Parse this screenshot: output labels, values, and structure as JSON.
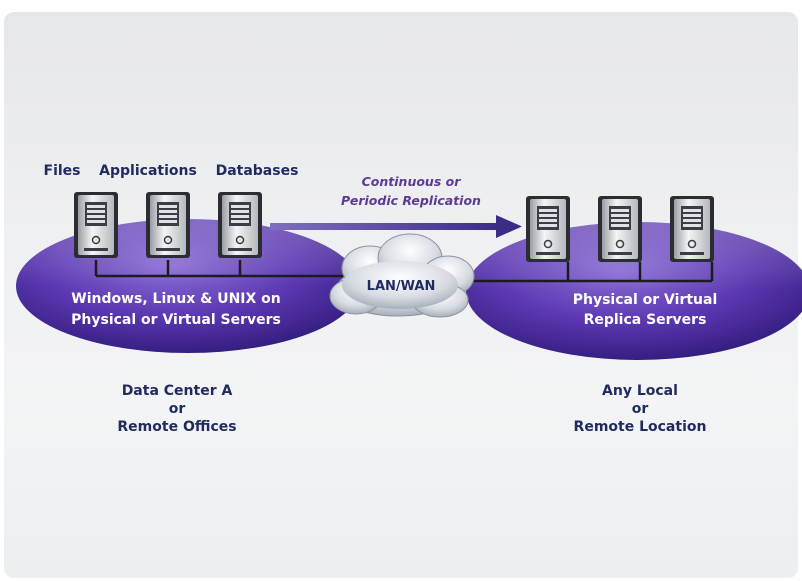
{
  "source_labels": [
    "Files",
    "Applications",
    "Databases"
  ],
  "replication": {
    "line1": "Continuous or",
    "line2": "Periodic Replication"
  },
  "network": {
    "label": "LAN/WAN"
  },
  "left_zone": {
    "servers_line1": "Windows, Linux & UNIX on",
    "servers_line2": "Physical or Virtual Servers",
    "location_line1": "Data Center A",
    "location_line2": "or",
    "location_line3": "Remote Offices"
  },
  "right_zone": {
    "servers_line1": "Physical or Virtual",
    "servers_line2": "Replica Servers",
    "location_line1": "Any Local",
    "location_line2": "or",
    "location_line3": "Remote Location"
  },
  "colors": {
    "ellipse": "#4b2a9a",
    "text_dark": "#1f2a5e",
    "arrow": "#4a3a8e",
    "replication_text": "#5b3a93"
  }
}
